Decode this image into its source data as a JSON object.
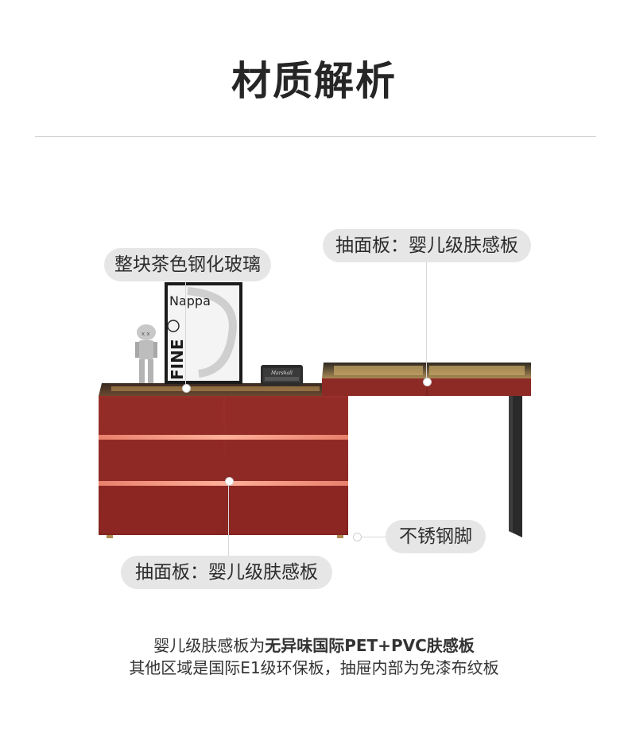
{
  "title": "材质解析",
  "labels": {
    "glass": "整块茶色钢化玻璃",
    "top_drawer_panel": "抽面板：婴儿级肤感板",
    "steel_leg": "不锈钢脚",
    "bottom_drawer_panel": "抽面板：婴儿级肤感板"
  },
  "product": {
    "frame_text_1": "FINE",
    "frame_text_2": "Nappa",
    "speaker_brand": "Marshall"
  },
  "caption": {
    "line1_regular": "婴儿级肤感板为",
    "line1_bold": "无异味国际PET+PVC肤感板",
    "line2_regular": "其他区域是国际E1级环保板，",
    "line2_bold": "抽屉内部为免漆布纹板"
  },
  "colors": {
    "cabinet_red": "#8e2a26",
    "glow": "#f08a76",
    "leg_black": "#2a2a2a",
    "pill_bg": "#e6e6e6"
  }
}
